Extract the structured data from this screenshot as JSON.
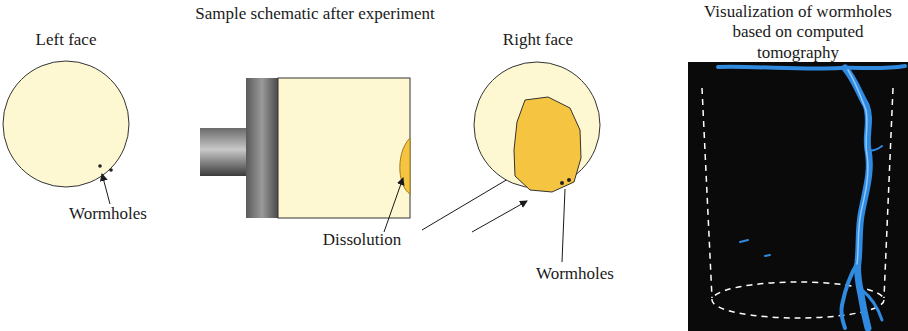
{
  "diagram": {
    "title": "Sample schematic after experiment",
    "labels": [
      "Left face",
      "Wormholes",
      "Dissolution",
      "Right face",
      "Wormholes",
      "Visualization of wormholes based on computed tomography"
    ]
  }
}
